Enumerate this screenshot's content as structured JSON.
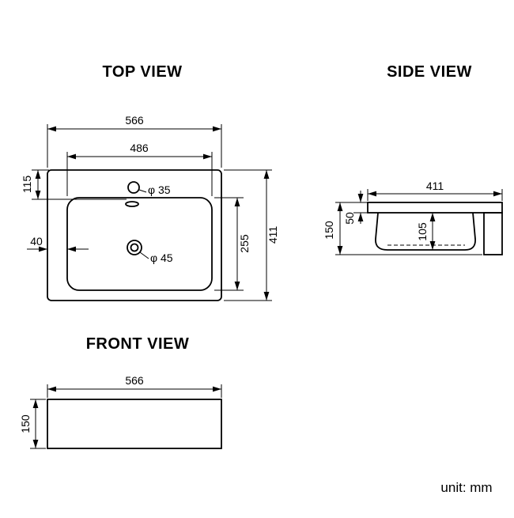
{
  "drawing": {
    "unit_label": "unit: mm",
    "line_color": "#000000",
    "background_color": "#ffffff"
  },
  "views": {
    "top": {
      "title": "TOP VIEW",
      "dims": {
        "overall_width": "566",
        "basin_width": "486",
        "top_edge_to_faucet": "115",
        "edge_to_basin": "40",
        "faucet_hole_diameter": "φ 35",
        "drain_diameter": "φ 45",
        "basin_front_to_back": "255",
        "overall_depth": "411"
      }
    },
    "side": {
      "title": "SIDE VIEW",
      "dims": {
        "overall_depth": "411",
        "rim_thickness": "50",
        "overall_height": "150",
        "bowl_inner_depth": "105"
      }
    },
    "front": {
      "title": "FRONT VIEW",
      "dims": {
        "overall_width": "566",
        "overall_height": "150"
      }
    }
  }
}
